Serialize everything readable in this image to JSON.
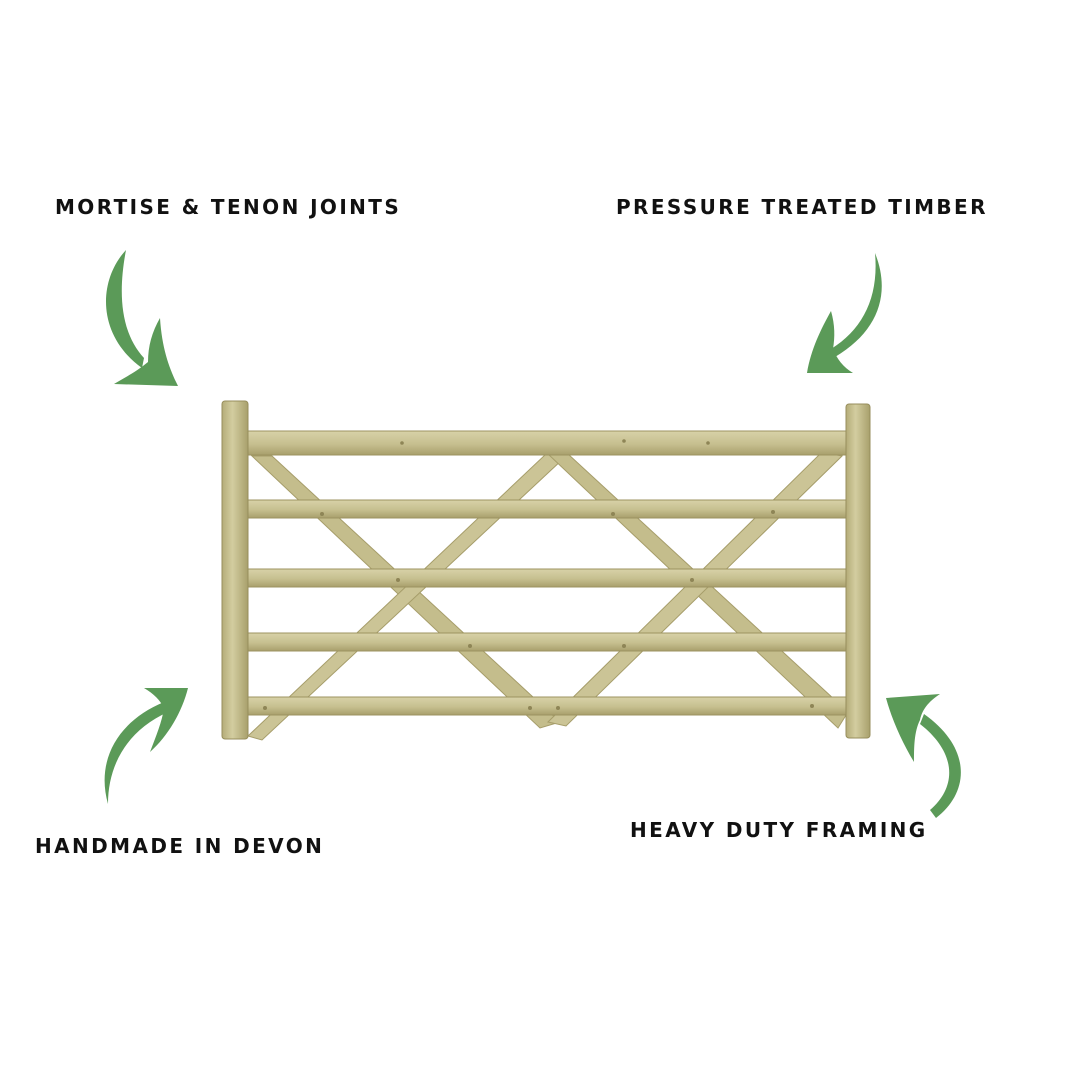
{
  "features": {
    "top_left": "MORTISE & TENON JOINTS",
    "top_right": "PRESSURE TREATED TIMBER",
    "bottom_left": "HANDMADE IN DEVON",
    "bottom_right": "HEAVY DUTY FRAMING"
  },
  "colors": {
    "arrow": "#5b9a58",
    "timber_light": "#cdc79a",
    "timber_mid": "#bdb583",
    "timber_dark": "#a39a66",
    "text": "#111111"
  },
  "icons": {
    "arrow": "curved-arrow-icon",
    "gate": "five-bar-gate-illustration"
  }
}
